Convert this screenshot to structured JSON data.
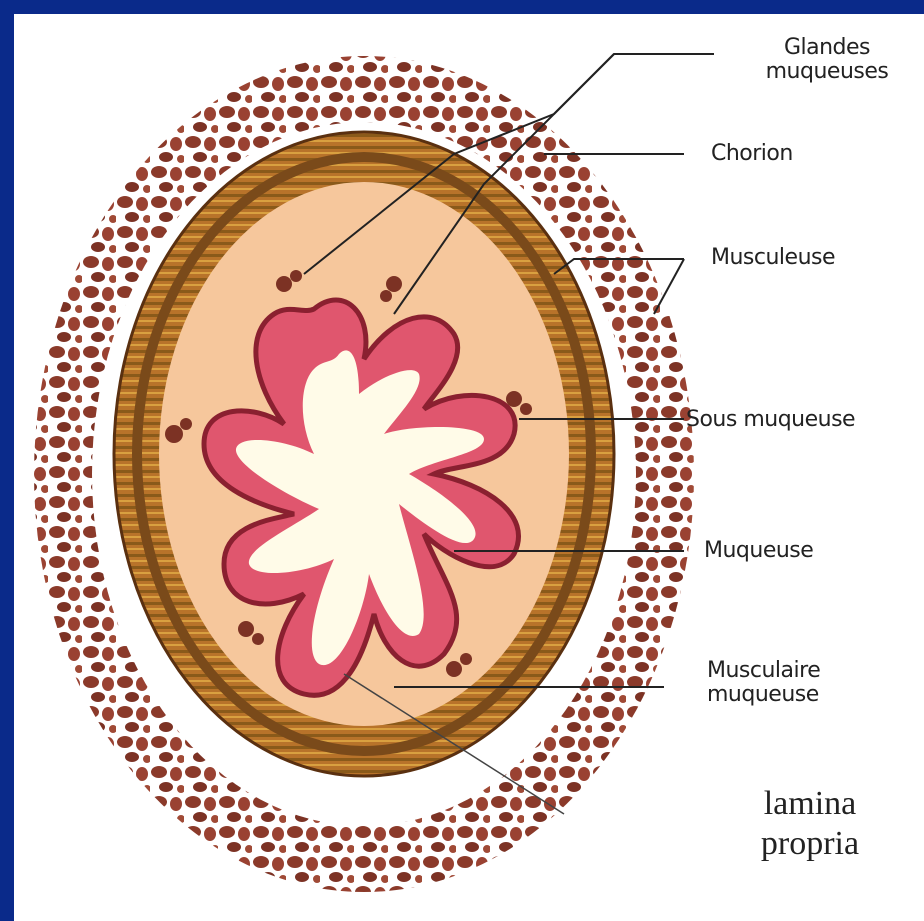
{
  "labels": {
    "glandes_muqueuses_1": "Glandes",
    "glandes_muqueuses_2": "muqueuses",
    "chorion": "Chorion",
    "musculeuse": "Musculeuse",
    "sous_muqueuse": "Sous muqueuse",
    "muqueuse": "Muqueuse",
    "musculaire_muqueuse_1": "Musculaire",
    "musculaire_muqueuse_2": "muqueuse",
    "lamina_propria_1": "lamina",
    "lamina_propria_2": "propria"
  },
  "colors": {
    "frame": "#0a2a8a",
    "background": "#ffffff",
    "adventitia_cells": "#8b3a2a",
    "muscle_layer": "#b8732a",
    "submucosa": "#f6c79c",
    "mucosa": "#e0566e",
    "lumen": "#fffbe8"
  }
}
